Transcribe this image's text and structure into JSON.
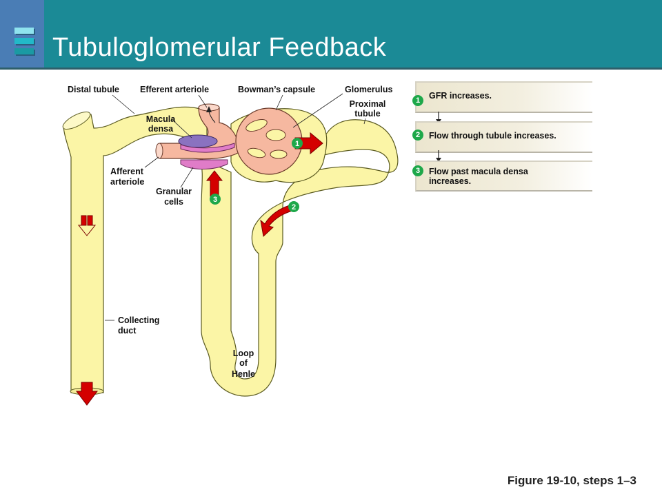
{
  "header": {
    "title": "Tubuloglomerular Feedback",
    "colors": {
      "bar": "#1b8a96",
      "left_block": "#4a7db5",
      "logo_top": "#8fe3ee",
      "logo_mid": "#22b9c8",
      "logo_bottom": "#1a9aa3"
    }
  },
  "diagram": {
    "labels": {
      "distal_tubule": "Distal tubule",
      "efferent_arteriole": "Efferent arteriole",
      "bowmans_capsule": "Bowman’s capsule",
      "glomerulus": "Glomerulus",
      "proximal_tubule_1": "Proximal",
      "proximal_tubule_2": "tubule",
      "macula_densa_1": "Macula",
      "macula_densa_2": "densa",
      "afferent_arteriole_1": "Afferent",
      "afferent_arteriole_2": "arteriole",
      "granular_cells_1": "Granular",
      "granular_cells_2": "cells",
      "collecting_duct_1": "Collecting",
      "collecting_duct_2": "duct",
      "loop_1": "Loop",
      "loop_2": "of",
      "loop_3": "Henle"
    },
    "markers": {
      "step1": "1",
      "step2": "2",
      "step3": "3"
    },
    "colors": {
      "tubule": "#fbf5a6",
      "vessel": "#f6b8a0",
      "macula_densa": "#8a72c0",
      "granular": "#e07cc8",
      "flow_arrow": "#d40000",
      "badge": "#1ea84a"
    }
  },
  "steps": [
    {
      "number": "1",
      "text": "GFR increases."
    },
    {
      "number": "2",
      "text": "Flow through tubule increases."
    },
    {
      "number": "3",
      "text_line1": "Flow past macula densa",
      "text_line2": "increases."
    }
  ],
  "caption": "Figure 19-10, steps 1–3"
}
